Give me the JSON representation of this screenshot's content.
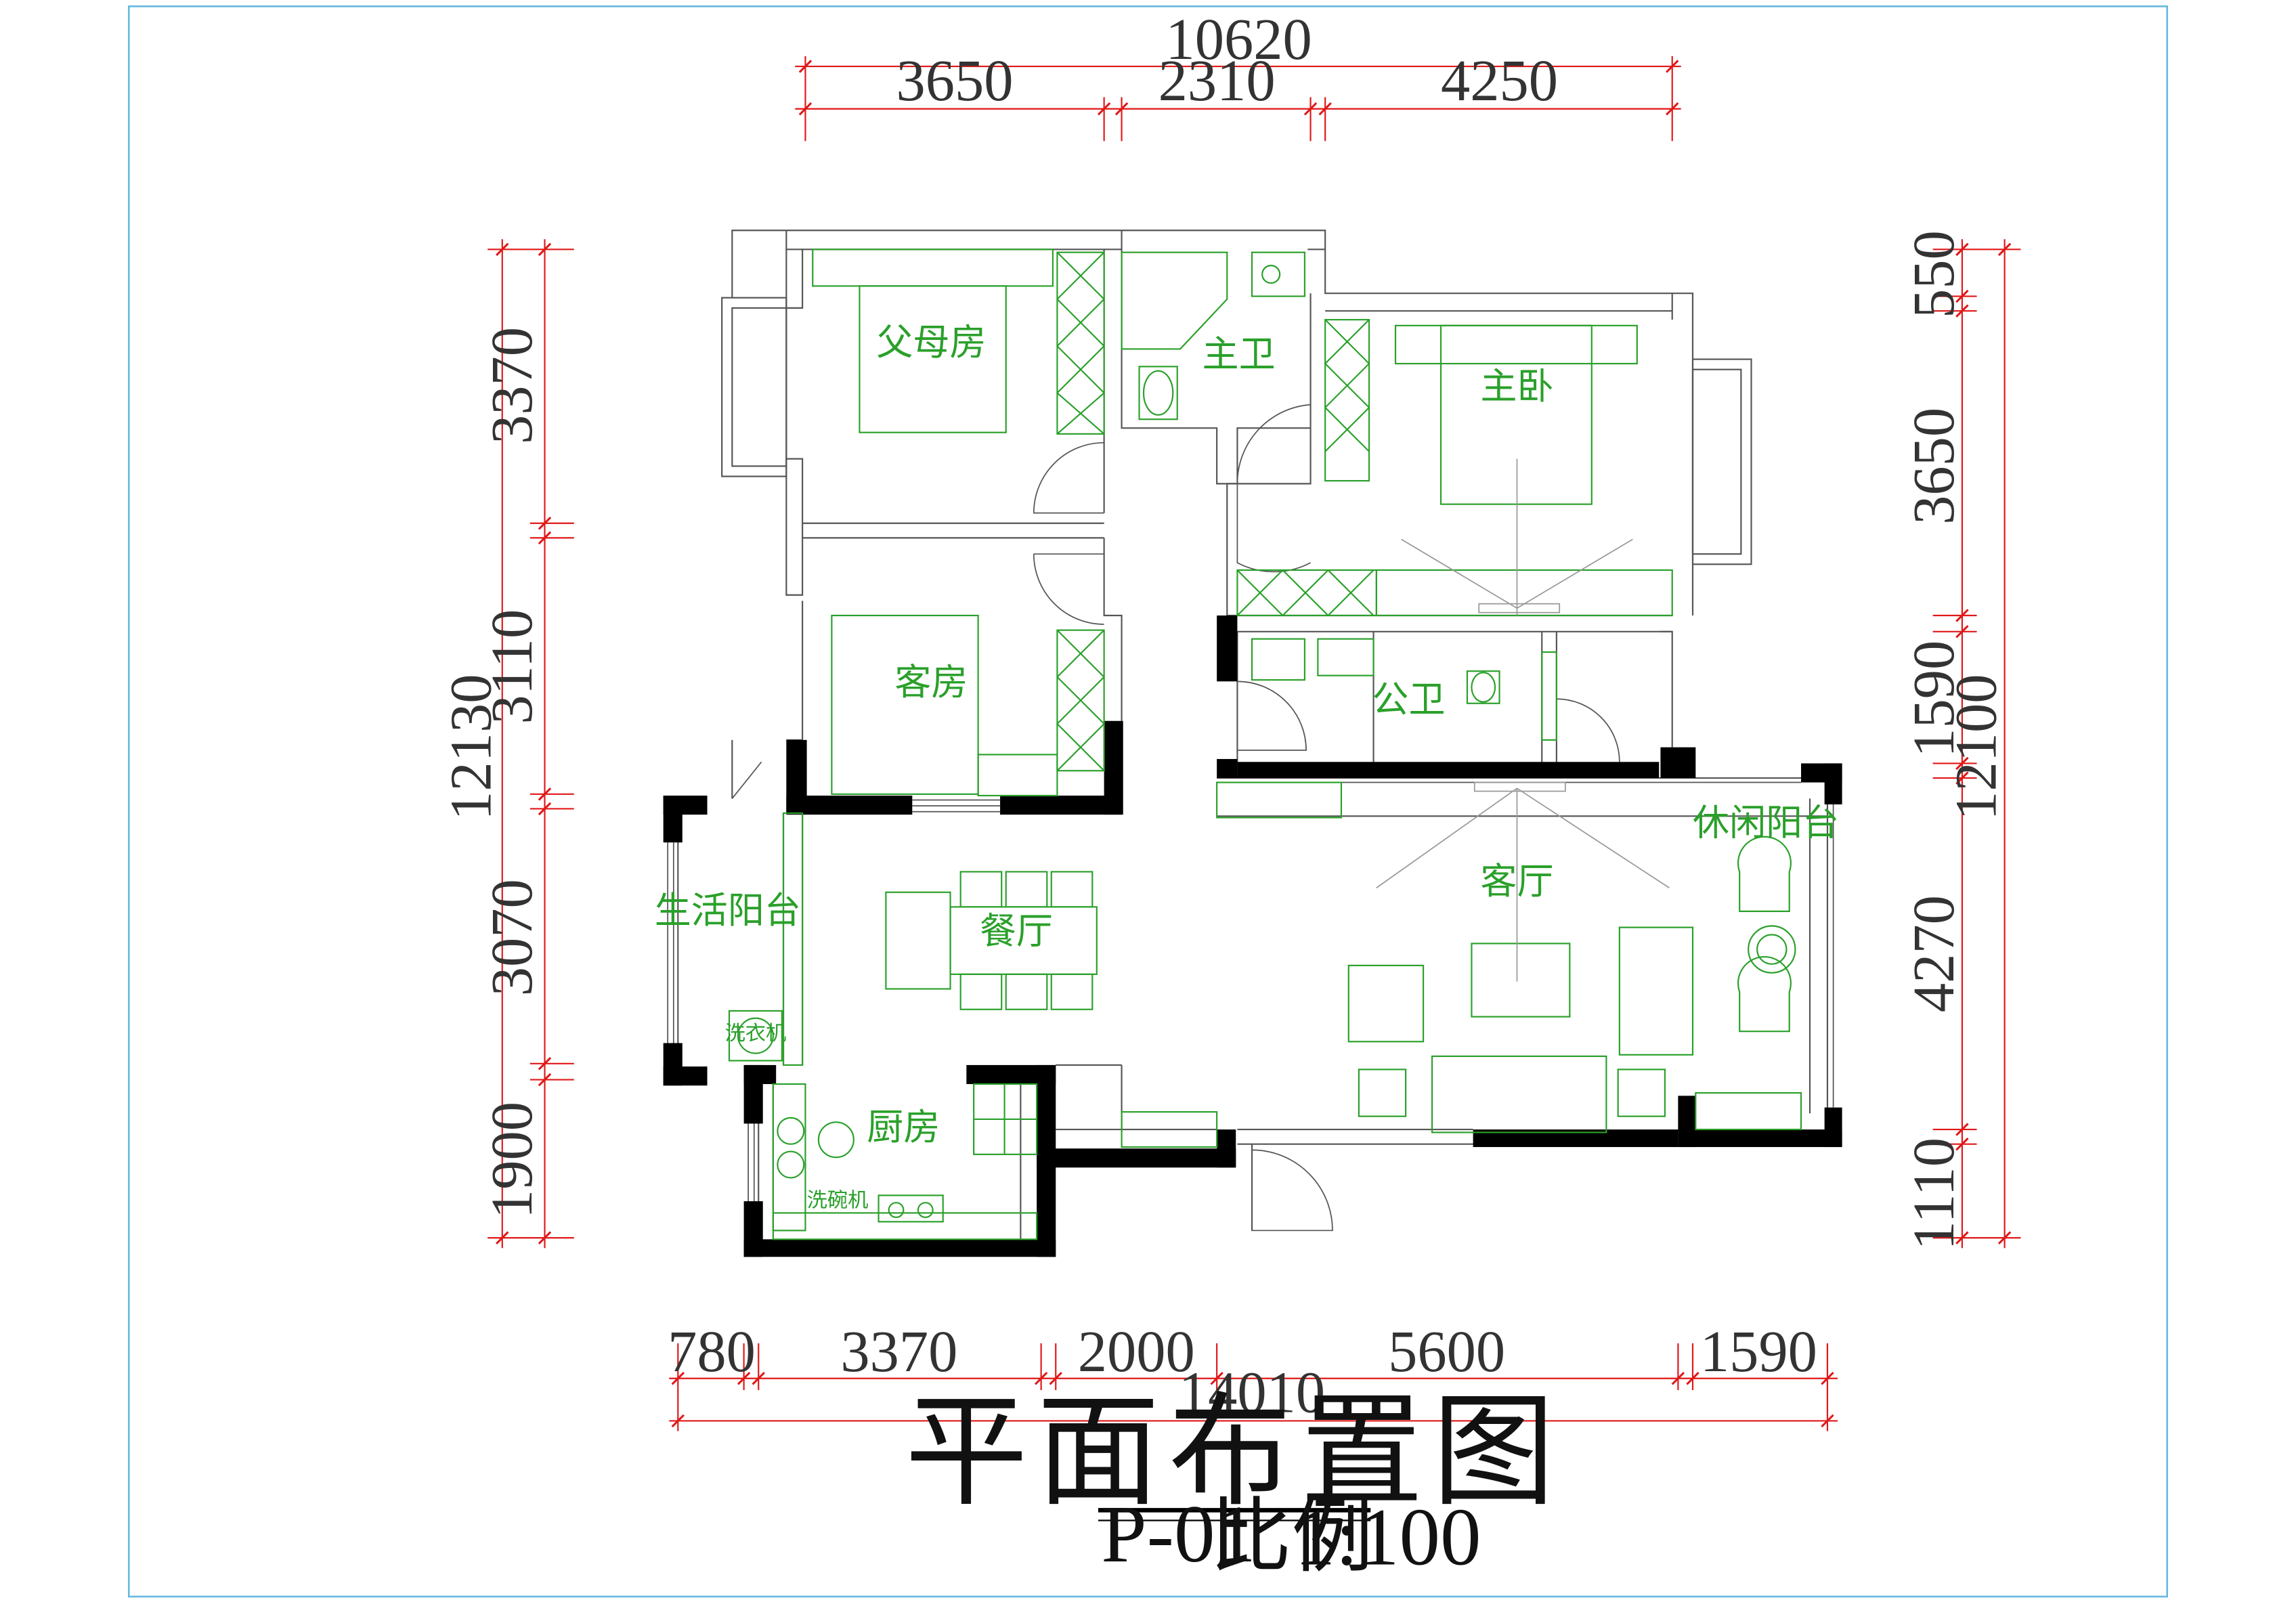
{
  "colors": {
    "frame": "#66b8e0",
    "dimension_line": "#e01818",
    "wall_thin": "#555555",
    "wall_thick": "#000000",
    "furniture": "#2aa02a"
  },
  "title_block": {
    "title": "平面布置图",
    "drawing_code": "P-01",
    "scale_label": "比例",
    "scale_value": "1:100"
  },
  "dimensions": {
    "top_overall": "10620",
    "top_segments": [
      "3650",
      "2310",
      "4250"
    ],
    "bottom_segments": [
      "780",
      "3370",
      "2000",
      "5600",
      "1590"
    ],
    "bottom_overall": "14010",
    "left_segments": [
      "3370",
      "3110",
      "3070",
      "1900"
    ],
    "left_overall": "12130",
    "right_segments": [
      "550",
      "3650",
      "1590",
      "4270",
      "1110"
    ],
    "right_overall": "12100"
  },
  "rooms": {
    "parents_room": "父母房",
    "master_bath": "主卫",
    "master_bedroom": "主卧",
    "guest_room": "客房",
    "public_bath": "公卫",
    "living_room": "客厅",
    "leisure_balcony": "休闲阳台",
    "utility_balcony": "生活阳台",
    "dining_room": "餐厅",
    "kitchen": "厨房",
    "dishwasher": "洗碗机",
    "washing_machine": "洗衣机"
  }
}
